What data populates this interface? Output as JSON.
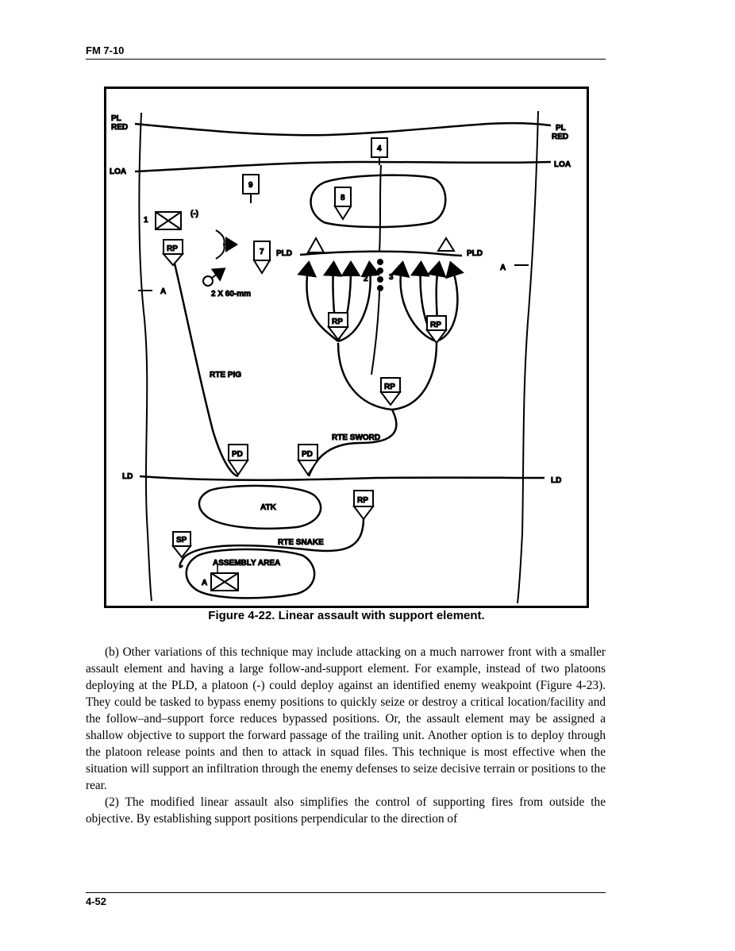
{
  "header": {
    "doc_id": "FM 7-10"
  },
  "figure": {
    "caption": "Figure 4-22.  Linear assault with support element.",
    "labels": {
      "pl_red_left": "PL",
      "pl_red_left2": "RED",
      "pl_red_right": "PL",
      "pl_red_right2": "RED",
      "loa_left": "LOA",
      "loa_right": "LOA",
      "ld_left": "LD",
      "ld_right": "LD",
      "a_left": "A",
      "a_right": "A",
      "pld_left": "PLD",
      "pld_right": "PLD",
      "mortar": "2 X 60-mm",
      "rte_pig": "RTE PIG",
      "rte_sword": "RTE SWORD",
      "rte_snake": "RTE SNAKE",
      "atk": "ATK",
      "assembly_area": "ASSEMBLY AREA",
      "assembly_a": "A",
      "unit_1": "1",
      "minus": "(-)",
      "box_4": "4",
      "box_9": "9",
      "box_8": "8",
      "box_7": "7",
      "num_2": "2",
      "num_3": "3",
      "rp": "RP",
      "pd": "PD",
      "sp": "SP"
    }
  },
  "body": {
    "para_b": "(b) Other variations of this technique may include attacking on a much narrower front with a smaller assault element and having a large follow-and-support element. For example, instead of two platoons deploying at the PLD, a platoon (-) could deploy against an identified enemy weakpoint (Figure 4-23). They could be tasked to bypass enemy positions to quickly seize or destroy a critical location/facility and the follow–and–support force reduces bypassed positions. Or, the assault element may be assigned a shallow objective to support the forward passage of the trailing unit. Another option is to deploy through the platoon release points and then to attack in squad files. This technique is most effective when the situation will support an infiltration through the enemy defenses to seize decisive terrain or positions to the rear.",
    "para_2": "(2) The modified linear assault also simplifies the control of supporting fires from outside the objective. By establishing support positions perpendicular to the direction of"
  },
  "footer": {
    "page_number": "4-52"
  }
}
